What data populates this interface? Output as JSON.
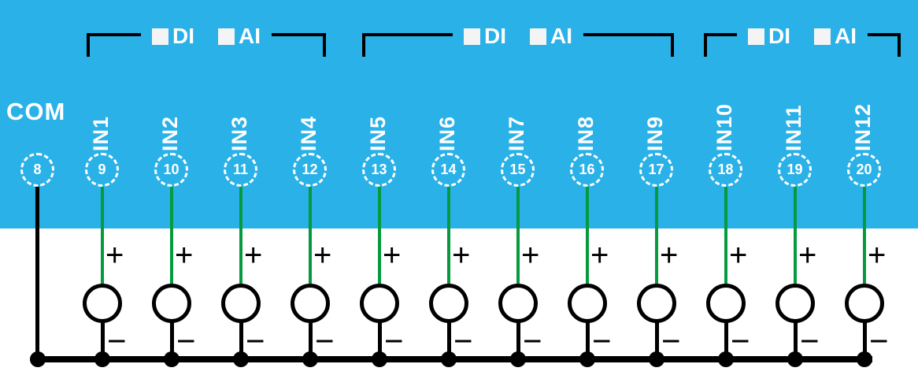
{
  "com": {
    "label": "COM",
    "pin": "8"
  },
  "channels": [
    {
      "label": "IN1",
      "pin": "9"
    },
    {
      "label": "IN2",
      "pin": "10"
    },
    {
      "label": "IN3",
      "pin": "11"
    },
    {
      "label": "IN4",
      "pin": "12"
    },
    {
      "label": "IN5",
      "pin": "13"
    },
    {
      "label": "IN6",
      "pin": "14"
    },
    {
      "label": "IN7",
      "pin": "15"
    },
    {
      "label": "IN8",
      "pin": "16"
    },
    {
      "label": "IN9",
      "pin": "17"
    },
    {
      "label": "IN10",
      "pin": "18"
    },
    {
      "label": "IN11",
      "pin": "19"
    },
    {
      "label": "IN12",
      "pin": "20"
    }
  ],
  "groups": [
    {
      "di": "DI",
      "ai": "AI",
      "from": 0,
      "to": 3
    },
    {
      "di": "DI",
      "ai": "AI",
      "from": 4,
      "to": 8
    },
    {
      "di": "DI",
      "ai": "AI",
      "from": 9,
      "to": 11
    }
  ],
  "symbols": {
    "plus": "+",
    "minus": "−"
  },
  "colors": {
    "panel_blue": "#29b1e8",
    "wire_green": "#069a3f",
    "line_black": "#000000",
    "text_white": "#ffffff"
  }
}
